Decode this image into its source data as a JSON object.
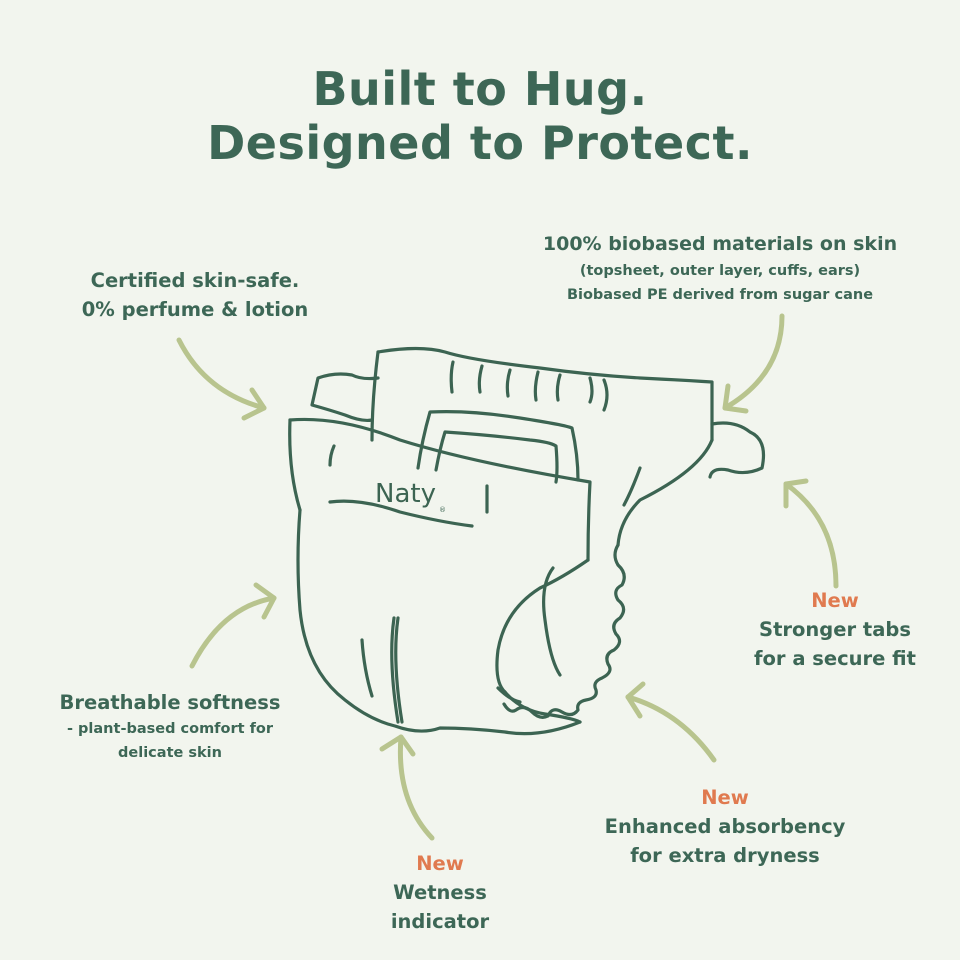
{
  "colors": {
    "background": "#f2f5ee",
    "text_green": "#3d6756",
    "arrow_green": "#b8c48e",
    "new_orange": "#e07a4f",
    "outline_green": "#3c6452"
  },
  "headline": {
    "line1": "Built to Hug.",
    "line2": "Designed to Protect."
  },
  "illustration": {
    "subject": "diaper-outline",
    "brand_mark": "Naty",
    "brand_symbol": "®"
  },
  "callouts": {
    "biobased": {
      "title": "100% biobased materials on skin",
      "detail": "(topsheet, outer layer, cuffs, ears)",
      "note": "Biobased PE derived from sugar cane"
    },
    "skin_safe": {
      "line1": "Certified skin-safe.",
      "line2": "0% perfume & lotion"
    },
    "breathable": {
      "title": "Breathable softness",
      "line2": "- plant-based comfort for",
      "line3": "delicate skin"
    },
    "tabs": {
      "badge": "New",
      "line1": "Stronger tabs",
      "line2": "for a secure fit"
    },
    "absorbency": {
      "badge": "New",
      "line1": "Enhanced absorbency",
      "line2": "for extra dryness"
    },
    "wetness": {
      "badge": "New",
      "line1": "Wetness",
      "line2": "indicator"
    }
  }
}
